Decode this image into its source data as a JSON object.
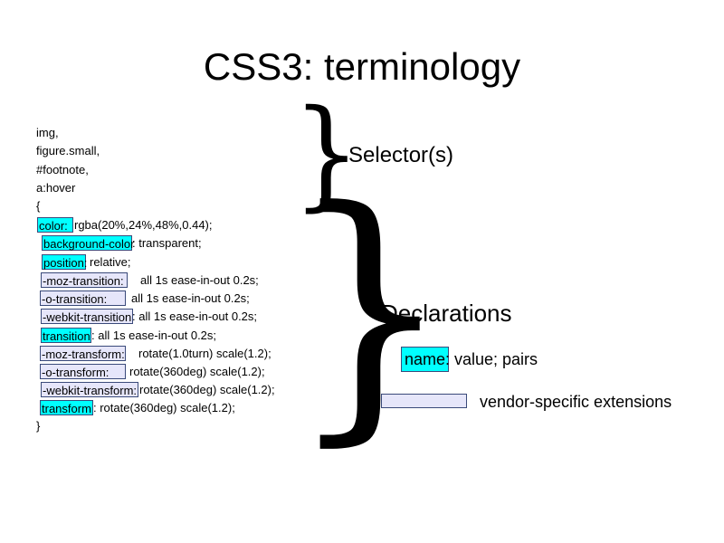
{
  "slide": {
    "title": "CSS3: terminology"
  },
  "code": {
    "selectors": [
      "img,",
      "figure.small,",
      "#footnote,",
      "a:hover"
    ],
    "open_brace": "{",
    "close_brace": "}",
    "declarations": [
      {
        "name": "color:",
        "kind": "standard",
        "value": "rgba(20%,24%,48%,0.44);"
      },
      {
        "name": "background-color",
        "kind": "standard",
        "value": ": transparent;"
      },
      {
        "name": "position:",
        "kind": "standard",
        "value": "relative;"
      },
      {
        "name": "-moz-transition:",
        "kind": "vendor",
        "value": "all 1s ease-in-out 0.2s;"
      },
      {
        "name": "-o-transition:",
        "kind": "vendor",
        "value": "all 1s ease-in-out 0.2s;"
      },
      {
        "name": "-webkit-transition",
        "kind": "vendor",
        "value": ":  all 1s ease-in-out 0.2s;"
      },
      {
        "name": "transition",
        "kind": "standard",
        "value": ":          all 1s ease-in-out 0.2s;"
      },
      {
        "name": "-moz-transform:",
        "kind": "vendor",
        "value": "rotate(1.0turn) scale(1.2);"
      },
      {
        "name": "-o-transform:",
        "kind": "vendor",
        "value": "rotate(360deg) scale(1.2);"
      },
      {
        "name": "-webkit-transform:",
        "kind": "vendor",
        "value": "rotate(360deg) scale(1.2);"
      },
      {
        "name": "transform",
        "kind": "standard",
        "value": ":          rotate(360deg) scale(1.2);"
      }
    ]
  },
  "annotations": {
    "brace_glyph": "}",
    "selectors_label": "Selector(s)",
    "declarations_label": "Declarations",
    "legend_name": "name:",
    "legend_pairs": "value; pairs",
    "legend_vendor": "vendor-specific extensions"
  },
  "colors": {
    "standard_property": "#00ffff",
    "vendor_property": "#e6e6fa",
    "box_border": "#3a4a7a"
  }
}
